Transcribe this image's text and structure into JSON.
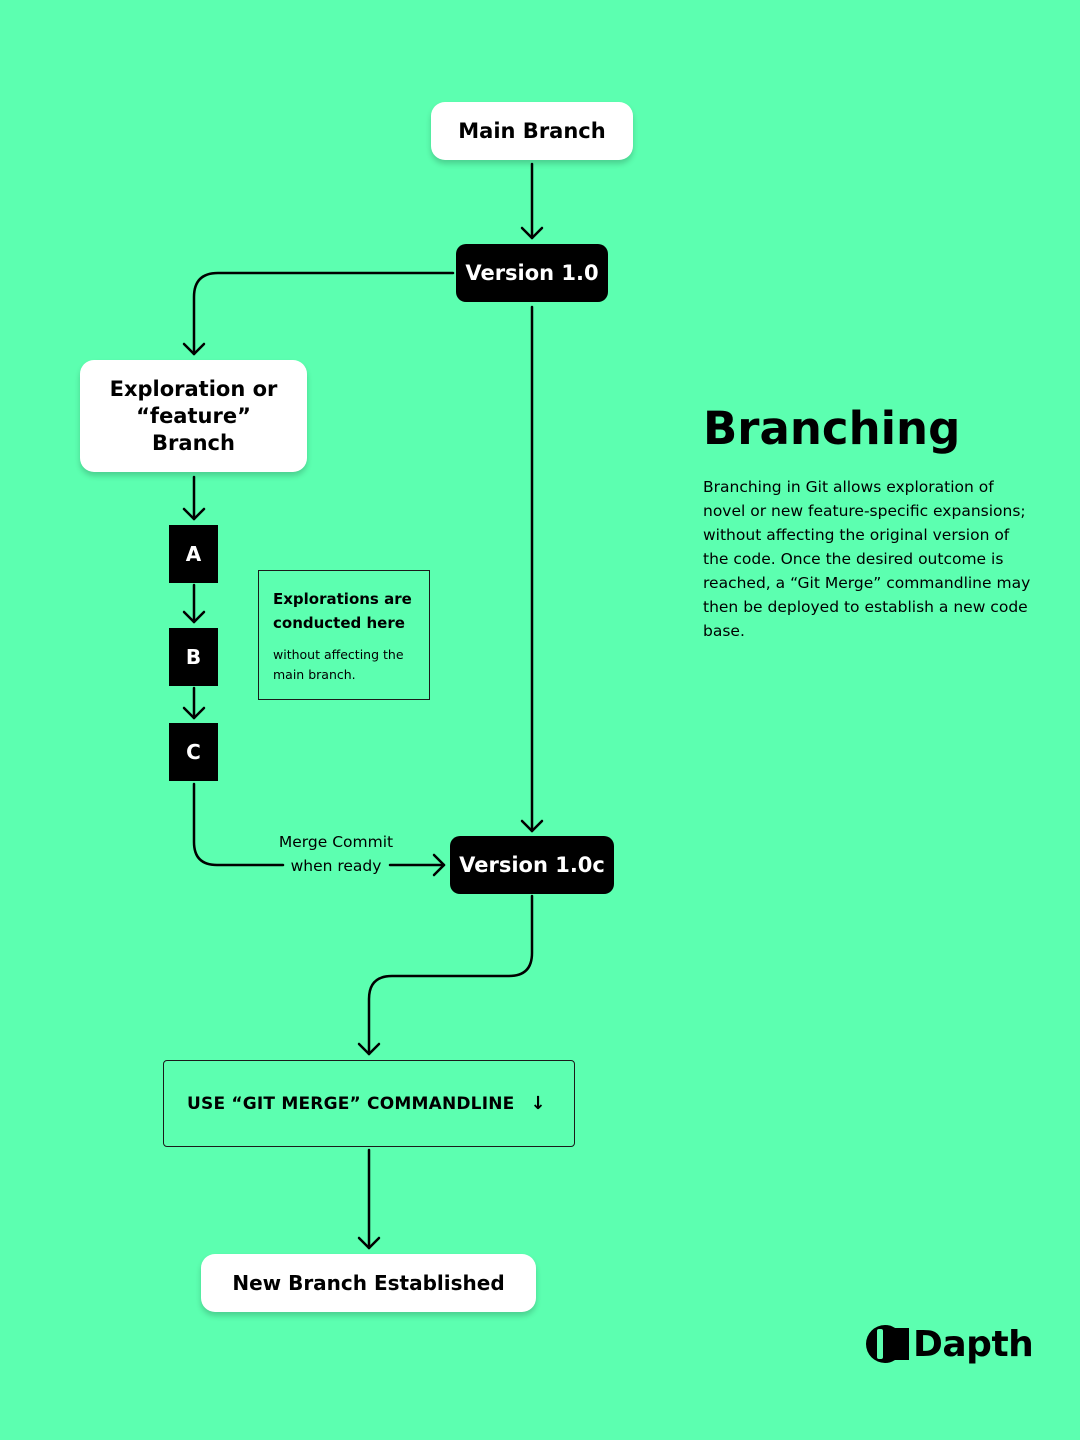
{
  "nodes": {
    "main_branch": "Main Branch",
    "version_1_0": "Version 1.0",
    "feature_branch": "Exploration or “feature” Branch",
    "commit_a": "A",
    "commit_b": "B",
    "commit_c": "C",
    "version_1_0c": "Version 1.0c",
    "git_merge_command": "USE “GIT MERGE” COMMANDLINE",
    "new_branch": "New Branch Established"
  },
  "note": {
    "title": "Explorations are conducted here",
    "body": "without affecting the main branch."
  },
  "merge_label": "Merge Commit when ready",
  "info": {
    "heading": "Branching",
    "description": "Branching in Git allows exploration of novel or new feature-specific expansions; without affecting the original version of the code. Once the desired outcome is reached, a “Git Merge” commandline may then be deployed to establish a new code base."
  },
  "icons": {
    "command_arrow": "arrow-down-icon",
    "logo_mark": "dapth-logo-icon"
  },
  "brand": {
    "name": "Dapth"
  },
  "colors": {
    "background": "#5cffb0",
    "node_light": "#ffffff",
    "node_dark": "#000000",
    "line": "#000000"
  }
}
